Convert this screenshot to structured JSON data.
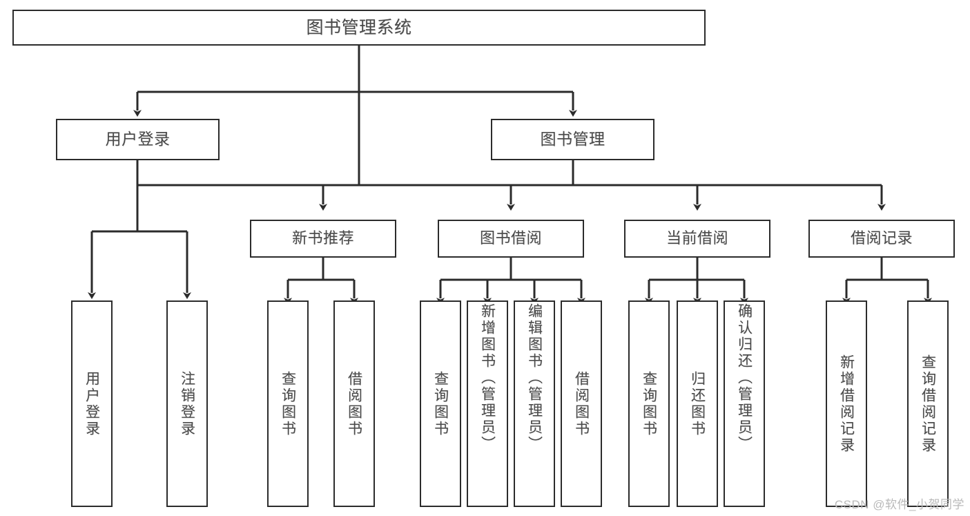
{
  "diagram": {
    "type": "tree",
    "title": "图书管理系统",
    "watermark": "CSDN @软件_小贺同学",
    "colors": {
      "box_border": "#2b2b2b",
      "box_fill": "#ffffff",
      "line": "#2b2b2b",
      "text": "#4a4a4a",
      "watermark": "#b9b9b9"
    },
    "root": {
      "label": "图书管理系统"
    },
    "level2": [
      {
        "label": "用户登录"
      },
      {
        "label": "图书管理"
      }
    ],
    "level3": [
      {
        "label": "新书推荐"
      },
      {
        "label": "图书借阅"
      },
      {
        "label": "当前借阅"
      },
      {
        "label": "借阅记录"
      }
    ],
    "leaves": {
      "user_login": [
        {
          "label": "用户登录"
        },
        {
          "label": "注销登录"
        }
      ],
      "new_book_recommend": [
        {
          "label": "查询图书"
        },
        {
          "label": "借阅图书"
        }
      ],
      "book_borrow": [
        {
          "label": "查询图书"
        },
        {
          "label": "新增图书（管理员）"
        },
        {
          "label": "编辑图书（管理员）"
        },
        {
          "label": "借阅图书"
        }
      ],
      "current_borrow": [
        {
          "label": "查询图书"
        },
        {
          "label": "归还图书"
        },
        {
          "label": "确认归还（管理员）"
        }
      ],
      "borrow_record": [
        {
          "label": "新增借阅记录"
        },
        {
          "label": "查询借阅记录"
        }
      ]
    }
  }
}
